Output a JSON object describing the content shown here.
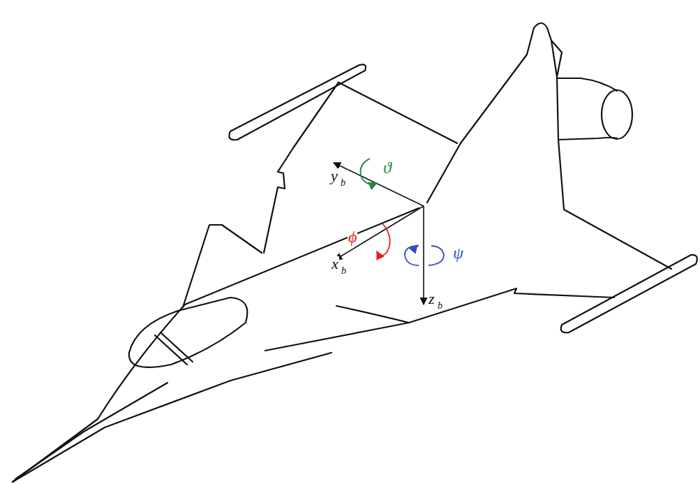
{
  "diagram": {
    "labels": [
      "y",
      "b",
      "x",
      "b",
      "z",
      "b",
      "ϑ",
      "ϕ",
      "ψ"
    ]
  }
}
